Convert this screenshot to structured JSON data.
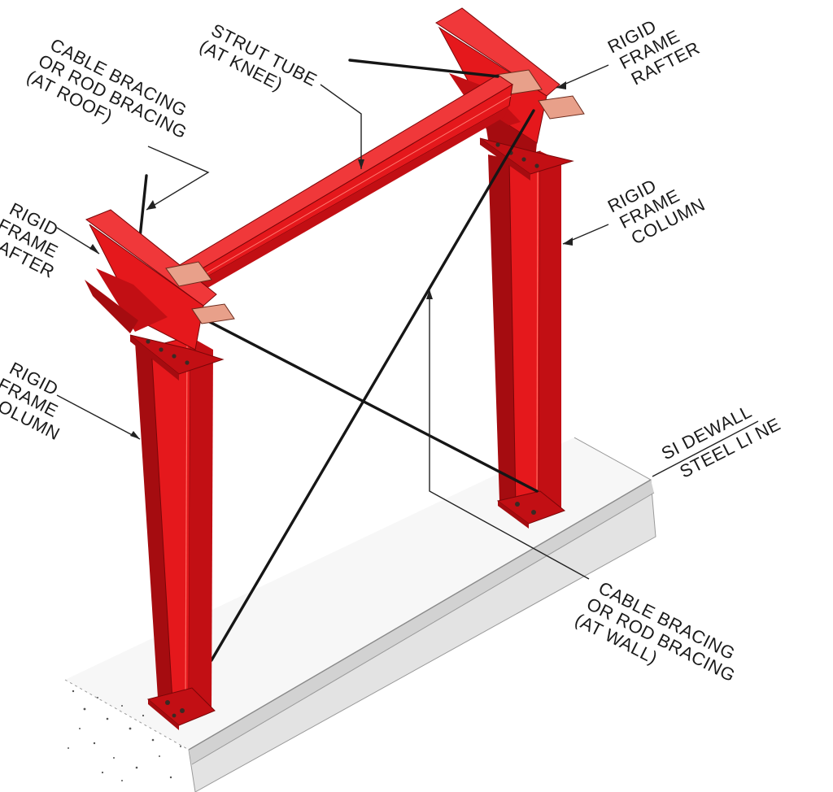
{
  "diagram": {
    "labels": {
      "roof_bracing": [
        "CABLE BRACING",
        "OR ROD BRACING",
        "(AT ROOF)"
      ],
      "strut_tube": [
        "STRUT TUBE",
        "(AT KNEE)"
      ],
      "rafter_right": [
        "RIGID",
        "FRAME",
        "RAFTER"
      ],
      "rafter_left": [
        "RIGID",
        "FRAME",
        "RAFTER"
      ],
      "column_right": [
        "RIGID",
        "FRAME",
        "COLUMN"
      ],
      "column_left": [
        "RIGID",
        "FRAME",
        "COLUMN"
      ],
      "sidewall": [
        "SI DEWALL",
        "STEEL  LI NE"
      ],
      "wall_bracing": [
        "CABLE BRACING",
        "OR ROD BRACING",
        "(AT WALL)"
      ]
    },
    "colors": {
      "steel_red": "#e5181c",
      "steel_shade": "#c20f14",
      "plate": "#e8a08a",
      "concrete": "#eeeeee",
      "cable": "#161616"
    }
  }
}
